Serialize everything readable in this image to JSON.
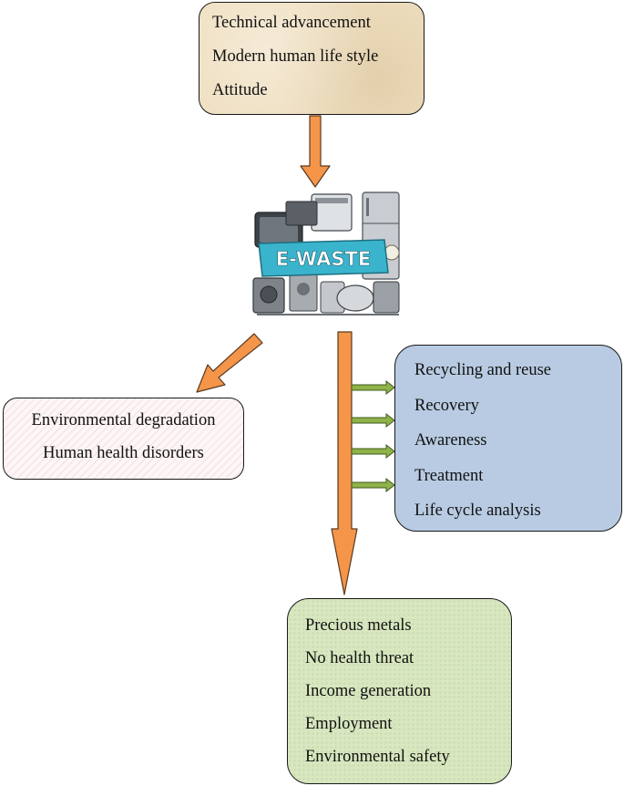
{
  "causes": {
    "items": [
      "Technical advancement",
      "Modern human life style",
      "Attitude"
    ]
  },
  "ewaste": {
    "logo_text": "E-WASTE"
  },
  "impacts": {
    "items": [
      "Environmental degradation",
      "Human health disorders"
    ]
  },
  "management": {
    "items": [
      "Recycling and reuse",
      "Recovery",
      "Awareness",
      "Treatment",
      "Life cycle analysis"
    ]
  },
  "benefits": {
    "items": [
      "Precious metals",
      "No health threat",
      "Income generation",
      "Employment",
      "Environmental safety"
    ]
  },
  "colors": {
    "main_arrow": "#f4954a",
    "main_arrow_stroke": "#5a3a20",
    "side_arrow": "#8fb24a",
    "side_arrow_stroke": "#3f5a1e",
    "causes_fill": "#efdfc0",
    "impacts_fill": "#fdf6f6",
    "management_fill": "#b8cbe2",
    "benefits_fill": "#d8e7bf",
    "logo_banner": "#3ab4cc"
  }
}
